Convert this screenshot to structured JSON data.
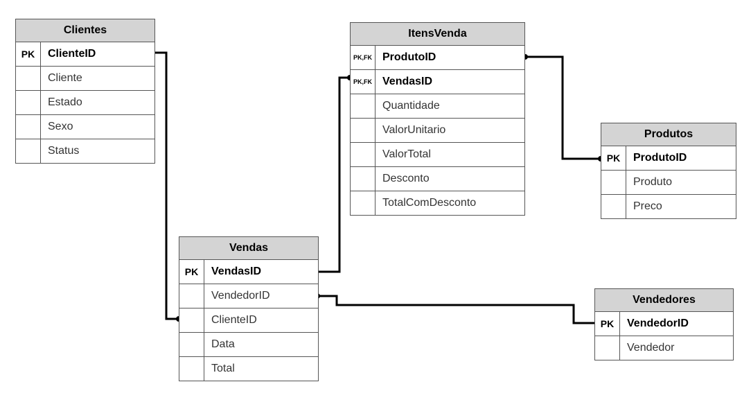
{
  "tables": {
    "clientes": {
      "title": "Clientes",
      "rows": [
        {
          "key": "PK",
          "field": "ClienteID"
        },
        {
          "key": "",
          "field": "Cliente"
        },
        {
          "key": "",
          "field": "Estado"
        },
        {
          "key": "",
          "field": "Sexo"
        },
        {
          "key": "",
          "field": "Status"
        }
      ]
    },
    "itensvenda": {
      "title": "ItensVenda",
      "rows": [
        {
          "key": "PK,FK",
          "field": "ProdutoID"
        },
        {
          "key": "PK,FK",
          "field": "VendasID"
        },
        {
          "key": "",
          "field": "Quantidade"
        },
        {
          "key": "",
          "field": "ValorUnitario"
        },
        {
          "key": "",
          "field": "ValorTotal"
        },
        {
          "key": "",
          "field": "Desconto"
        },
        {
          "key": "",
          "field": "TotalComDesconto"
        }
      ]
    },
    "produtos": {
      "title": "Produtos",
      "rows": [
        {
          "key": "PK",
          "field": "ProdutoID"
        },
        {
          "key": "",
          "field": "Produto"
        },
        {
          "key": "",
          "field": "Preco"
        }
      ]
    },
    "vendas": {
      "title": "Vendas",
      "rows": [
        {
          "key": "PK",
          "field": "VendasID"
        },
        {
          "key": "",
          "field": "VendedorID"
        },
        {
          "key": "",
          "field": "ClienteID"
        },
        {
          "key": "",
          "field": "Data"
        },
        {
          "key": "",
          "field": "Total"
        }
      ]
    },
    "vendedores": {
      "title": "Vendedores",
      "rows": [
        {
          "key": "PK",
          "field": "VendedorID"
        },
        {
          "key": "",
          "field": "Vendedor"
        }
      ]
    }
  }
}
